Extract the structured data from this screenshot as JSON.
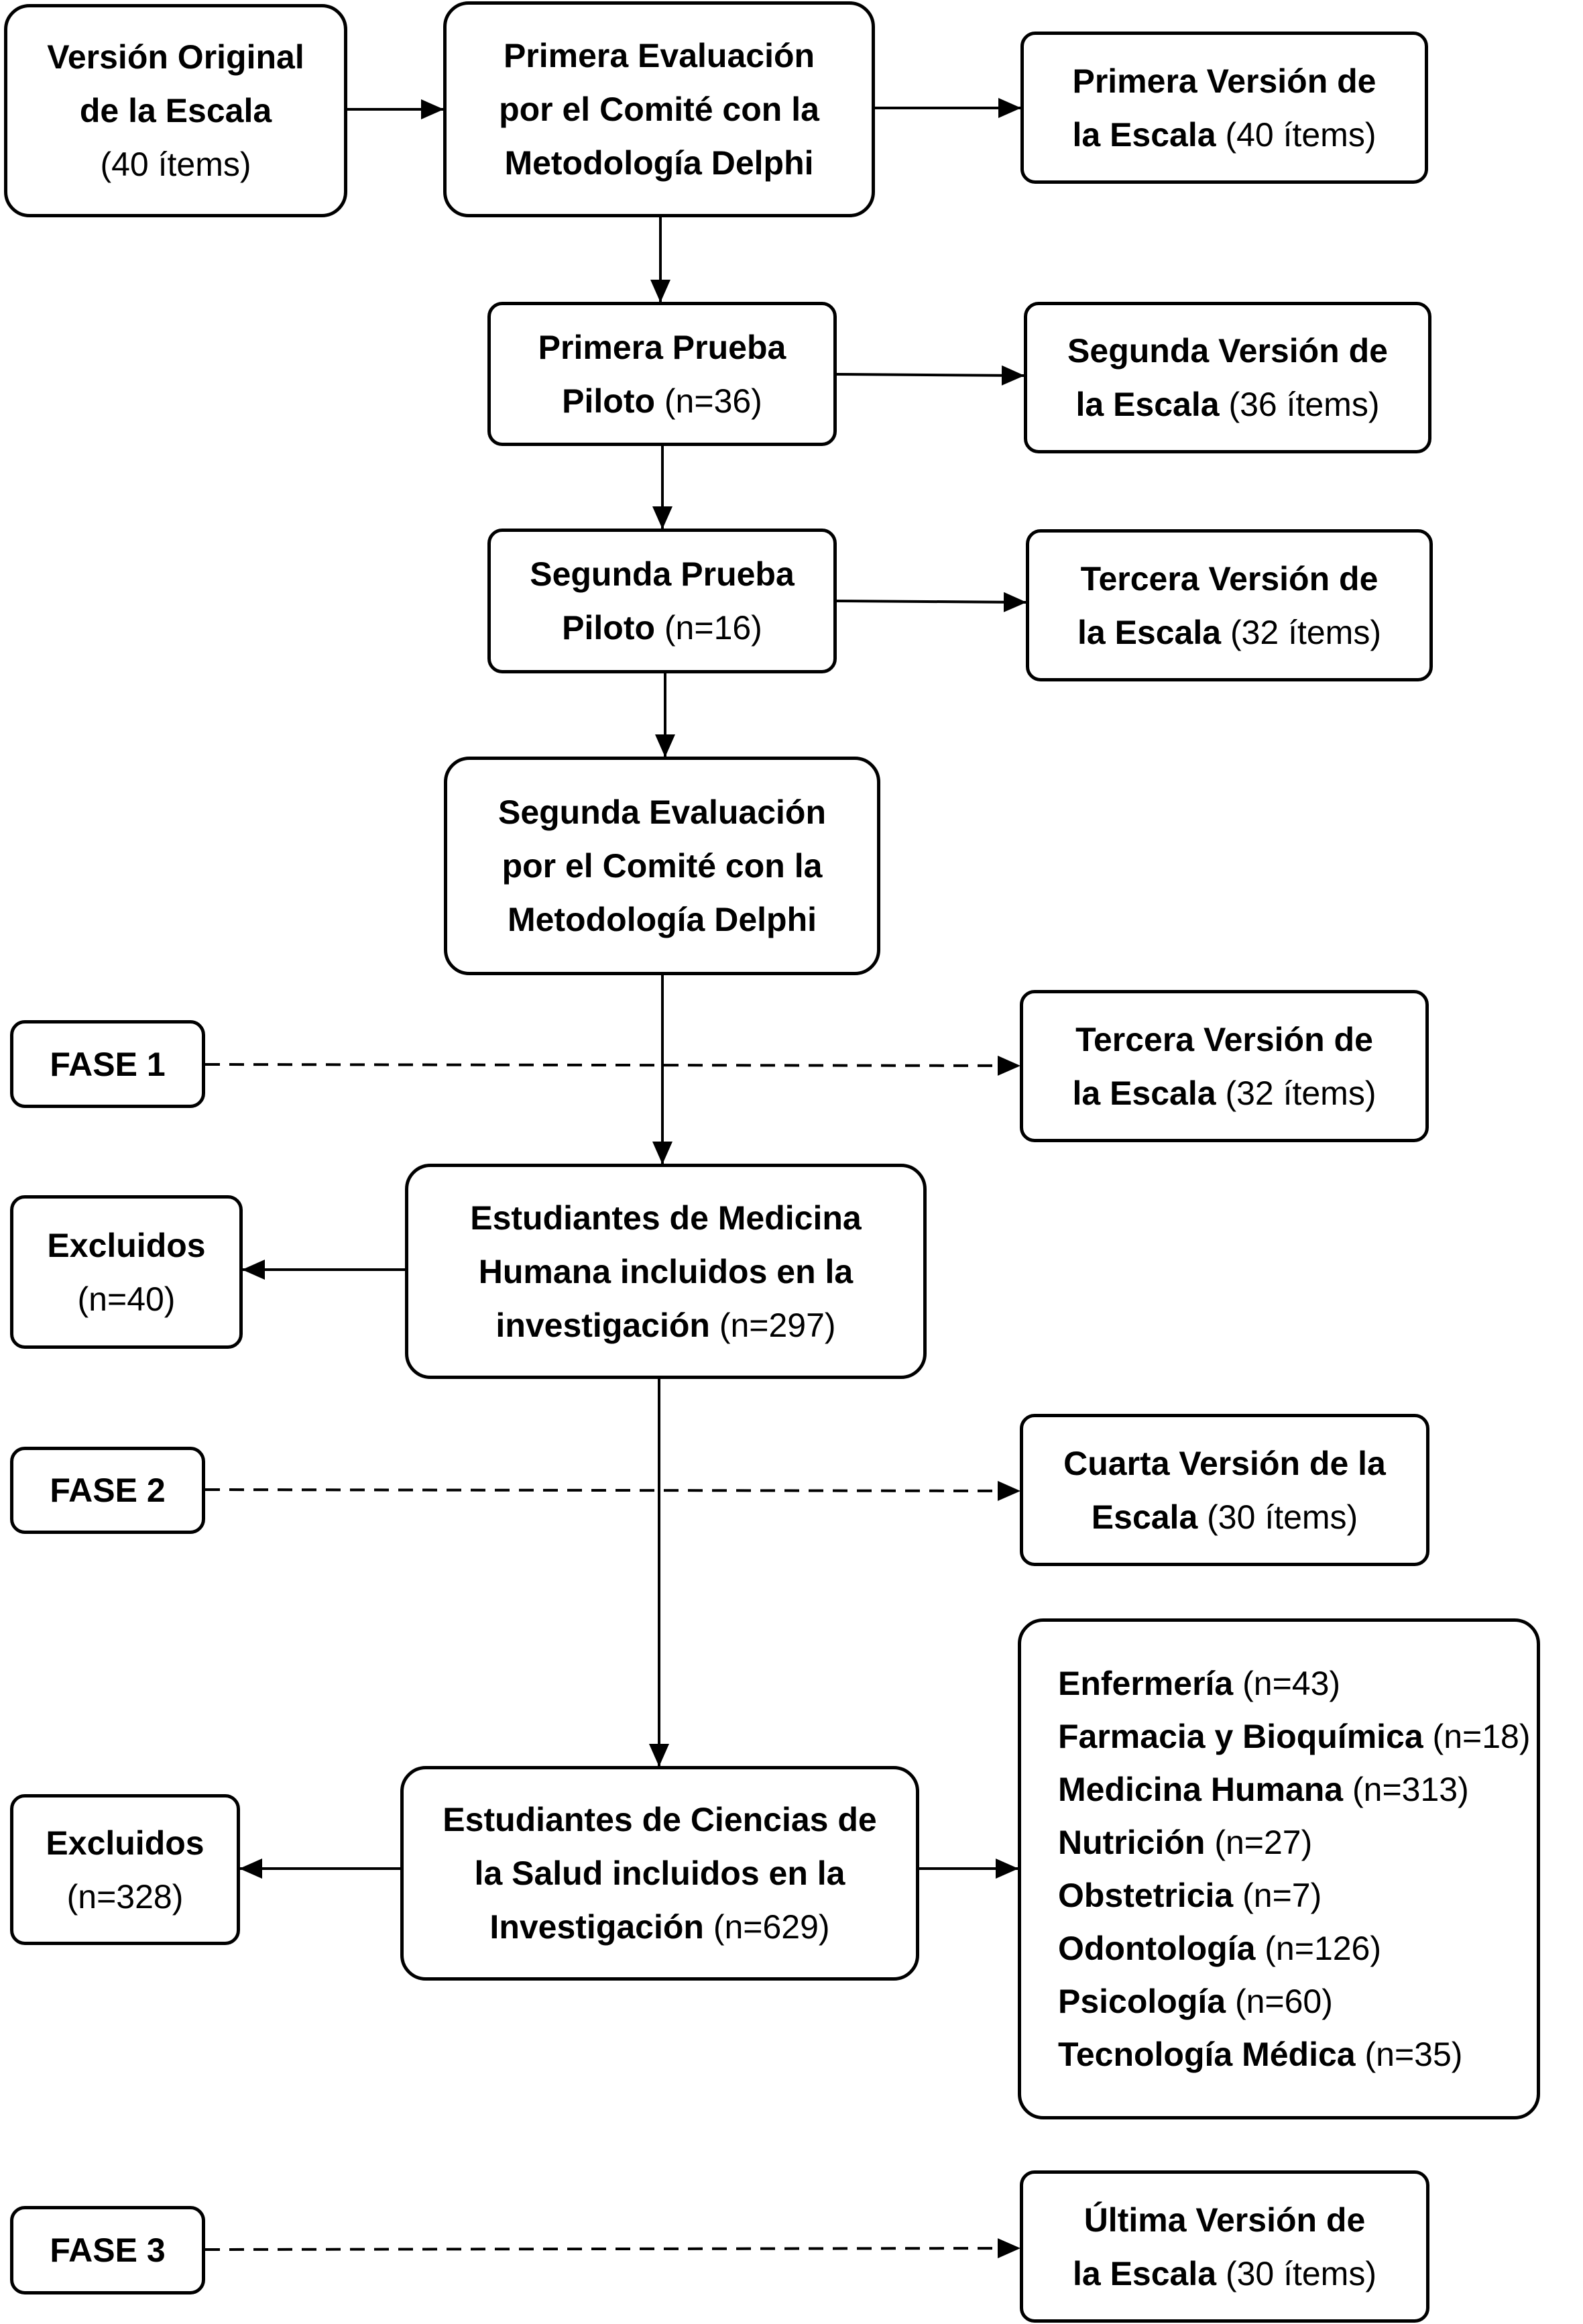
{
  "boxes": {
    "original": {
      "l1": "Versión Original",
      "l2": "de la Escala",
      "l3": "(40 ítems)"
    },
    "eval1": {
      "l1": "Primera Evaluación",
      "l2": "por el Comité con la",
      "l3": "Metodología Delphi"
    },
    "version1": {
      "l1": "Primera Versión de",
      "l2b": "la Escala",
      "l2": " (40 ítems)"
    },
    "pilot1": {
      "l1": "Primera Prueba",
      "l2b": "Piloto",
      "l2": " (n=36)"
    },
    "version2": {
      "l1": "Segunda Versión de",
      "l2b": "la Escala",
      "l2": " (36 ítems)"
    },
    "pilot2": {
      "l1": "Segunda Prueba",
      "l2b": "Piloto",
      "l2": " (n=16)"
    },
    "version3a": {
      "l1": "Tercera Versión de",
      "l2b": "la Escala",
      "l2": " (32 ítems)"
    },
    "eval2": {
      "l1": "Segunda Evaluación",
      "l2": "por el Comité con la",
      "l3": "Metodología Delphi"
    },
    "fase1": {
      "l1": "FASE 1"
    },
    "version3b": {
      "l1": "Tercera Versión de",
      "l2b": "la Escala",
      "l2": " (32 ítems)"
    },
    "excl1": {
      "l1": "Excluidos",
      "l2": "(n=40)"
    },
    "med": {
      "l1": "Estudiantes de Medicina",
      "l2": "Humana incluidos en la",
      "l3b": "investigación",
      "l3": " (n=297)"
    },
    "fase2": {
      "l1": "FASE 2"
    },
    "version4": {
      "l1": "Cuarta Versión de la",
      "l2b": "Escala",
      "l2": " (30 ítems)"
    },
    "excl2": {
      "l1": "Excluidos",
      "l2": "(n=328)"
    },
    "health": {
      "l1": "Estudiantes de Ciencias de",
      "l2": "la Salud incluidos en la",
      "l3b": "Investigación",
      "l3": " (n=629)"
    },
    "careers": [
      {
        "name": "Enfermería",
        "n": " (n=43)"
      },
      {
        "name": "Farmacia y Bioquímica",
        "n": " (n=18)"
      },
      {
        "name": "Medicina Humana",
        "n": " (n=313)"
      },
      {
        "name": "Nutrición",
        "n": " (n=27)"
      },
      {
        "name": "Obstetricia",
        "n": " (n=7)"
      },
      {
        "name": "Odontología",
        "n": " (n=126)"
      },
      {
        "name": "Psicología",
        "n": " (n=60)"
      },
      {
        "name": "Tecnología Médica",
        "n": " (n=35)"
      }
    ],
    "fase3": {
      "l1": "FASE 3"
    },
    "final": {
      "l1": "Última Versión de",
      "l2b": "la Escala",
      "l2": " (30 ítems)"
    }
  }
}
